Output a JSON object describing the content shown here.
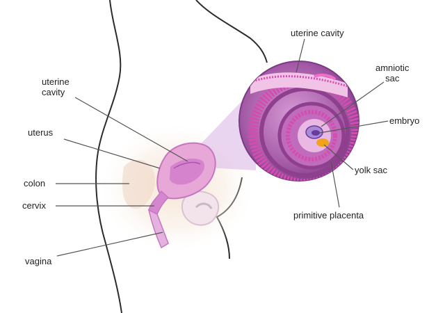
{
  "labels": {
    "uterine_cavity_left": [
      "uterine",
      "cavity"
    ],
    "uterus": "uterus",
    "colon": "colon",
    "cervix": "cervix",
    "vagina": "vagina",
    "uterine_cavity_top": "uterine cavity",
    "amniotic_sac": [
      "amniotic",
      "sac"
    ],
    "embryo": "embryo",
    "yolk_sac": "yolk sac",
    "primitive_placenta": "primitive placenta"
  },
  "colors": {
    "outline": "#2b2b2b",
    "leader": "#555555",
    "uterus_pink": "#e7a8d8",
    "uterus_dark": "#c775c0",
    "magnified_purple": "#8e3f8e",
    "magnified_magenta": "#d54cb0",
    "embryo_purple": "#6b3aa0",
    "yolk_orange": "#f2a21c",
    "beam": "#d9b3e3"
  }
}
